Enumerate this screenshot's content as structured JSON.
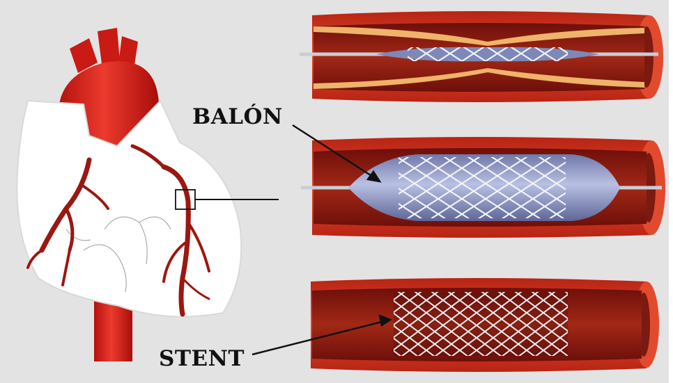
{
  "labels": {
    "balloon": "BALÓN",
    "stent": "STENT"
  },
  "colors": {
    "background": "#e3e3e3",
    "artery_wall": "#d23a1f",
    "artery_lumen": "#8f1a10",
    "plaque": "#f2b76a",
    "heart_red": "#d41d16",
    "heart_outline": "#e9e9e9",
    "balloon": "#8f99c8",
    "stent_wire": "#e9ecf2"
  },
  "icons": {
    "heart": "heart-illustration",
    "arteries": "artery-cross-section"
  }
}
